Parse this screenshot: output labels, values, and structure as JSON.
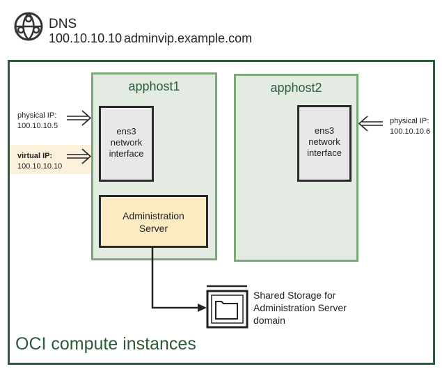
{
  "dns": {
    "title": "DNS",
    "ip": "100.10.10.10",
    "hostname": "adminvip.example.com",
    "icon": "globe-network-icon"
  },
  "hosts": [
    {
      "label": "apphost1",
      "nic": [
        "ens3",
        "network",
        "interface"
      ]
    },
    {
      "label": "apphost2",
      "nic": [
        "ens3",
        "network",
        "interface"
      ]
    }
  ],
  "ips": {
    "physical1": {
      "label": "physical IP:",
      "value": "100.10.10.5"
    },
    "virtual": {
      "label": "virtual IP:",
      "value": "100.10.10.10"
    },
    "physical2": {
      "label": "physical IP:",
      "value": "100.10.10.6"
    }
  },
  "admin_server": [
    "Administration",
    "Server"
  ],
  "storage": {
    "lines": [
      "Shared Storage for",
      "Administration Server",
      "domain"
    ],
    "icon": "folder-storage-icon"
  },
  "container_label": "OCI compute instances",
  "colors": {
    "dark_green": "#2c5a3a",
    "host_border": "#79a979",
    "host_fill": "#e3ebe3",
    "admin_fill": "#fbebc2",
    "vip_highlight": "#fbf1dc"
  }
}
